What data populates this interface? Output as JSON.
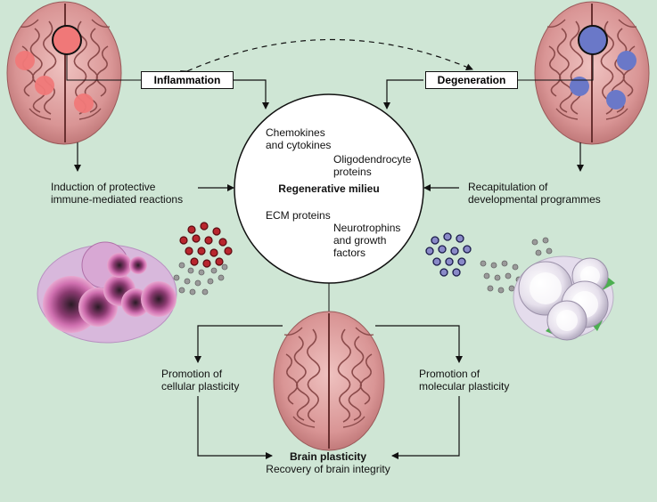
{
  "boxes": {
    "inflammation": "Inflammation",
    "degeneration": "Degeneration"
  },
  "milieu": {
    "title": "Regenerative milieu",
    "chemokines": "Chemokines\nand cytokines",
    "oligodendrocyte": "Oligodendrocyte\nproteins",
    "ecm": "ECM proteins",
    "neurotrophins": "Neurotrophins\nand growth\nfactors"
  },
  "left_text": "Induction of protective\nimmune-mediated reactions",
  "right_text": "Recapitulation of\ndevelopmental programmes",
  "cellular": "Promotion of\ncellular plasticity",
  "molecular": "Promotion of\nmolecular plasticity",
  "bottom": {
    "title": "Brain plasticity",
    "subtitle": "Recovery of brain integrity"
  },
  "colors": {
    "background": "#cfe6d5",
    "brain": "#e0a0a0",
    "brain_fold": "#8a4a4a",
    "inflammation_spot": "#f07878",
    "degeneration_spot": "#6a78c8",
    "immune_cell": "#c060a0",
    "red_molecule": "#b8262e",
    "blue_molecule": "#7a7ab8",
    "grey_molecule": "#9a9a9a",
    "green_spike": "#4caf50"
  },
  "icons": [
    "brain-icon",
    "immune-cells-icon",
    "glial-cells-icon",
    "molecule-cluster-icon"
  ]
}
